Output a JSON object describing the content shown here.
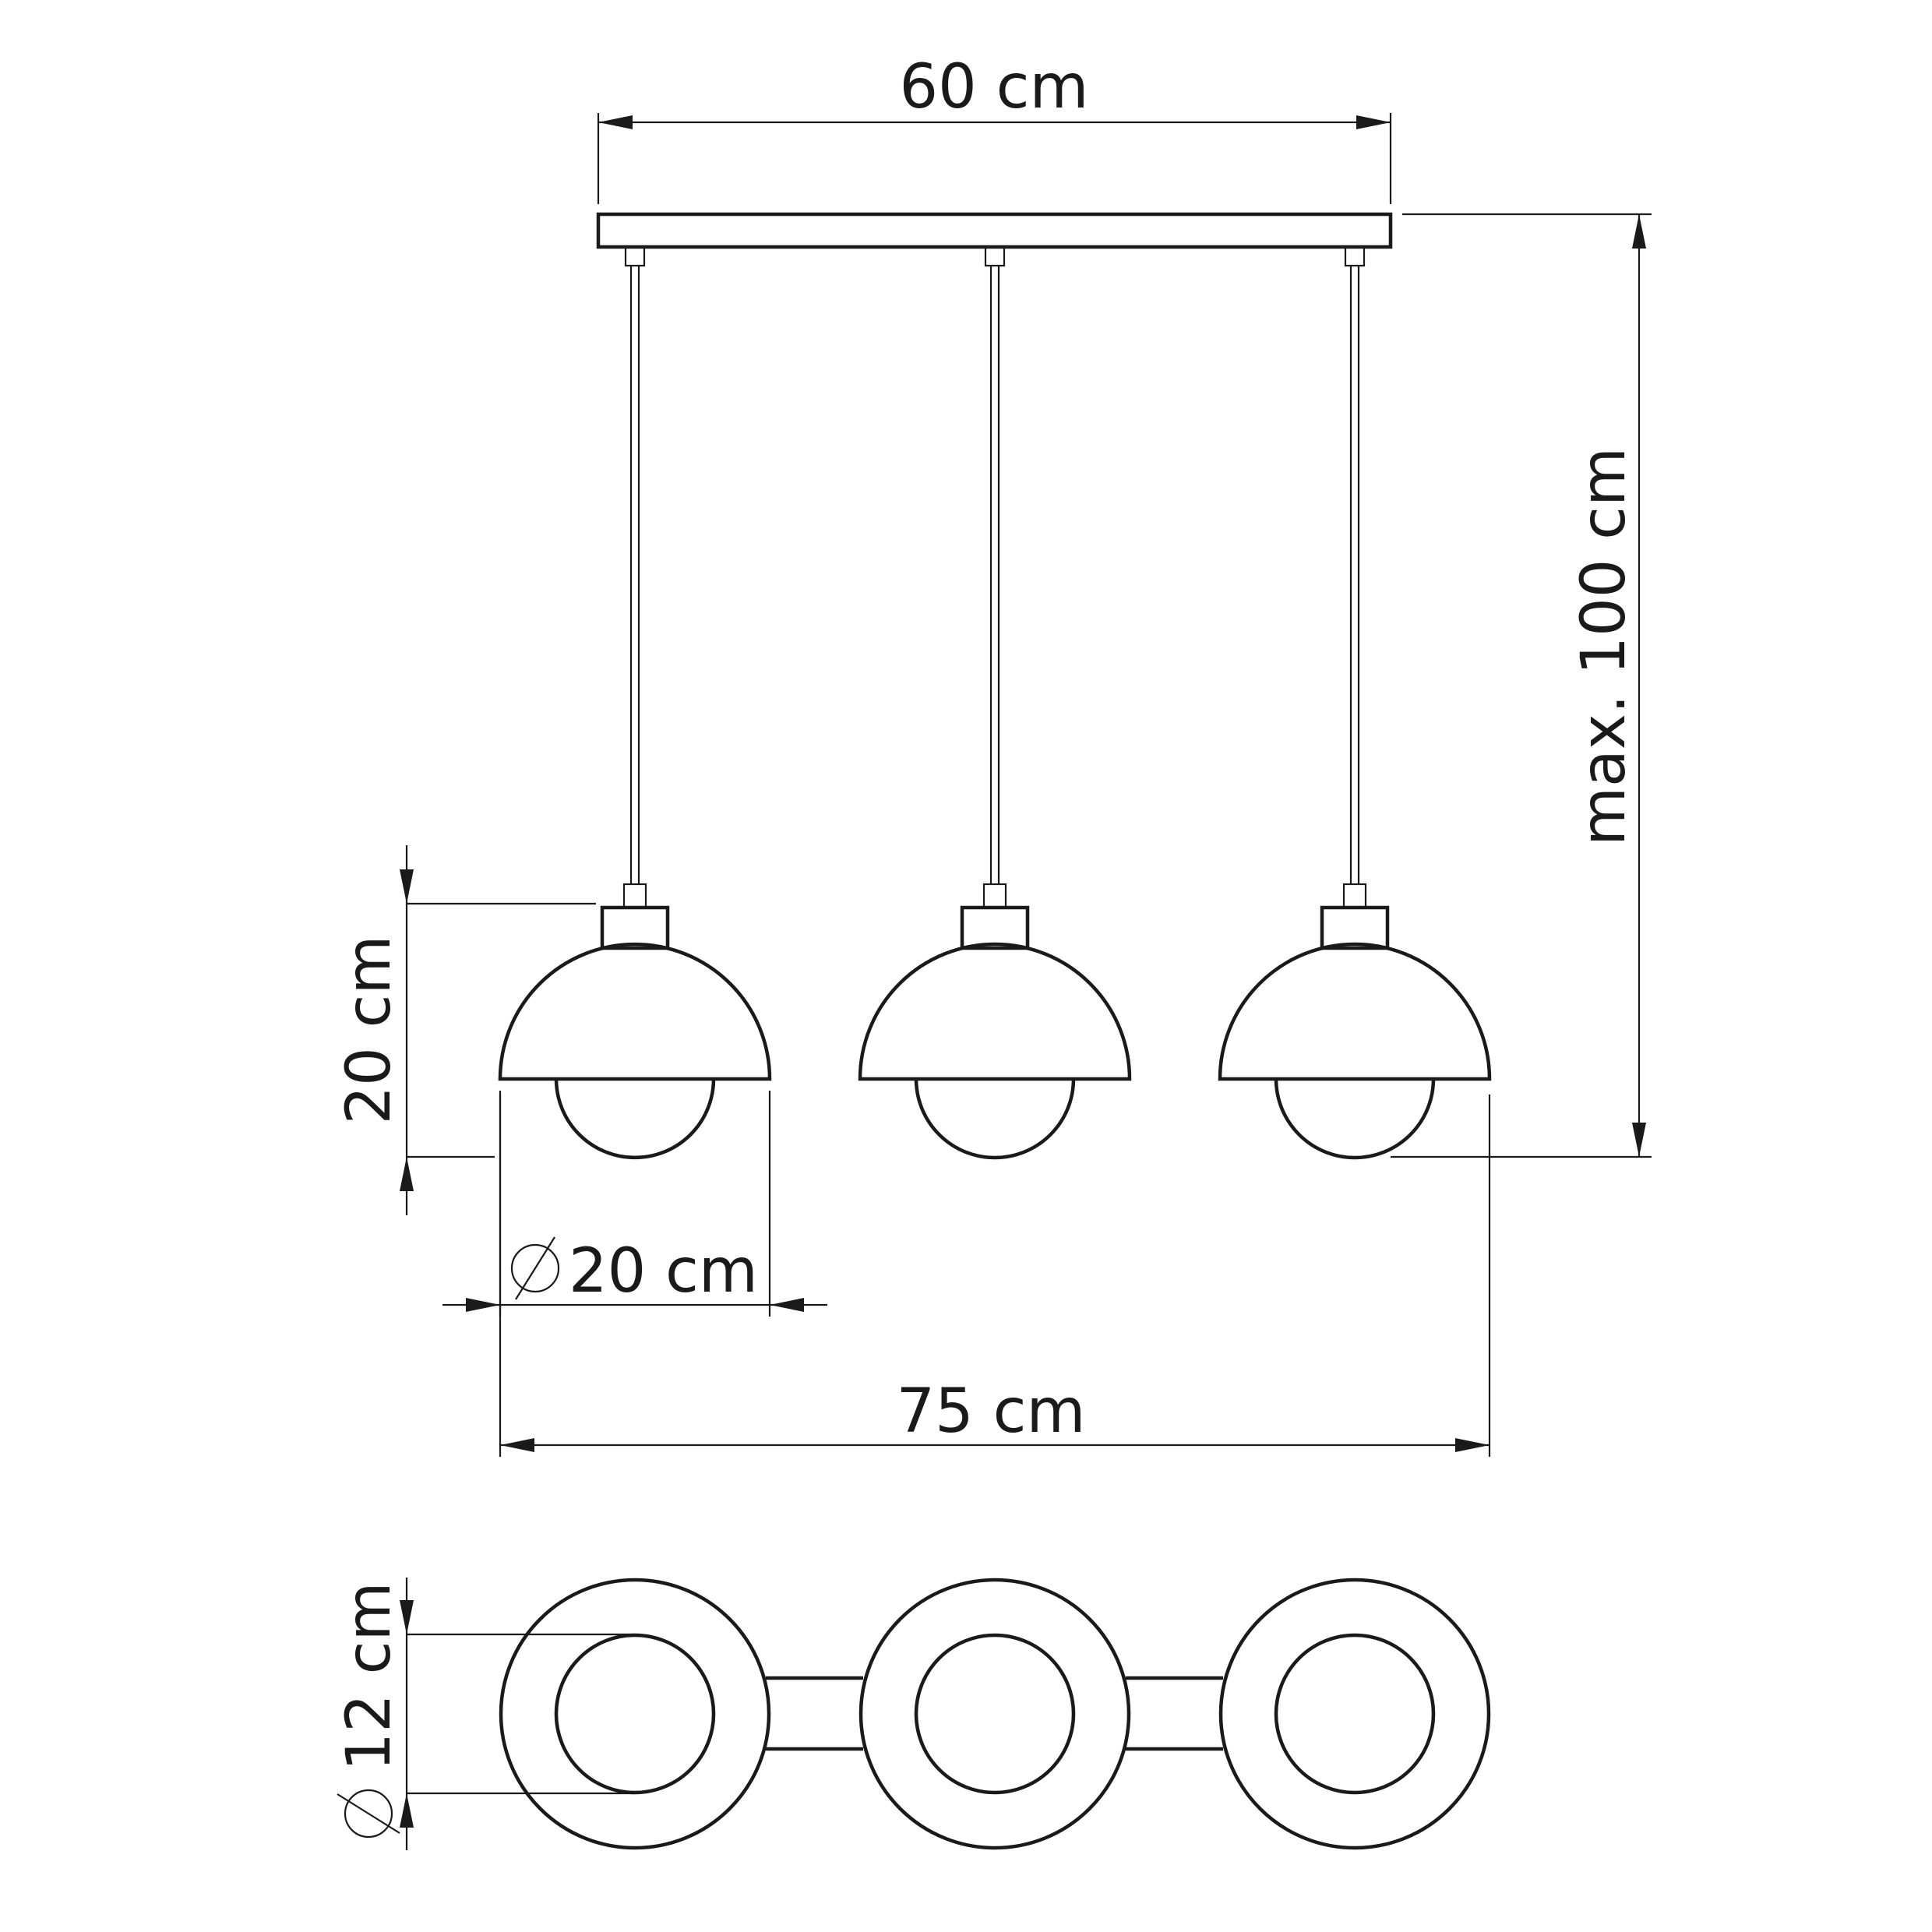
{
  "dimensions": {
    "canopy_width": "60 cm",
    "max_height": "max. 100 cm",
    "shade_height": "20 cm",
    "shade_diameter": "20 cm",
    "total_width": "75 cm",
    "base_diameter": "12 cm"
  },
  "symbols": {
    "diameter": "⌀"
  },
  "lamp_count": 3
}
